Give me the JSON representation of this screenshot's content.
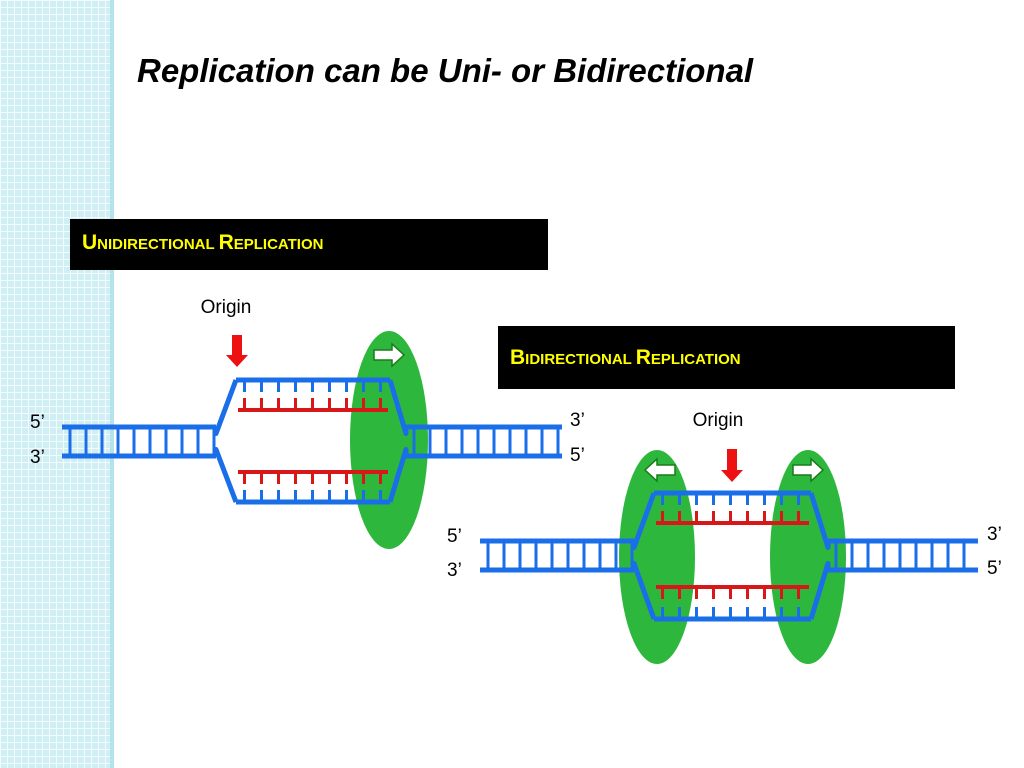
{
  "title": "Replication can be Uni- or Bidirectional",
  "unidirectional": {
    "banner_cap1": "U",
    "banner_rest1": "NIDIRECTIONAL ",
    "banner_cap2": "R",
    "banner_rest2": "EPLICATION",
    "origin_label": "Origin",
    "left_top_end": "5’",
    "left_bottom_end": "3’",
    "right_top_end": "3’",
    "right_bottom_end": "5’"
  },
  "bidirectional": {
    "banner_cap1": "B",
    "banner_rest1": "IDIRECTIONAL  ",
    "banner_cap2": "R",
    "banner_rest2": "EPLICATION",
    "origin_label": "Origin",
    "left_top_end": "5’",
    "left_bottom_end": "3’",
    "right_top_end": "3’",
    "right_bottom_end": "5’"
  },
  "colors": {
    "parental_strand": "#1a6ee8",
    "new_strand": "#d81818",
    "replisome": "#2db83d",
    "origin_arrow": "#ee1111",
    "banner_background": "#000000",
    "banner_text": "#ffff00",
    "sidebar": "#cfeff5"
  }
}
